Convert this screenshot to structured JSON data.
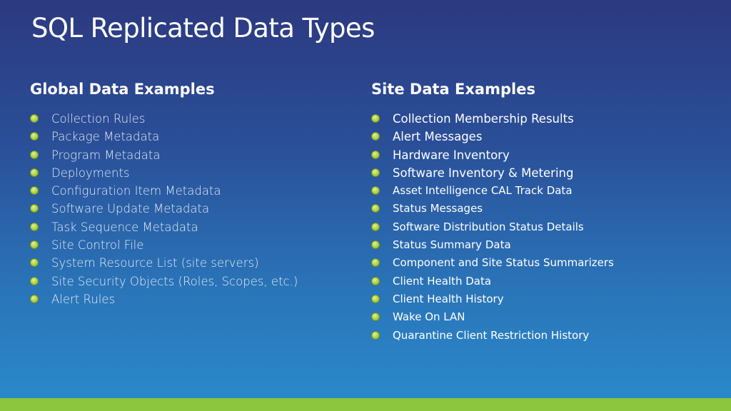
{
  "title": "SQL Replicated Data Types",
  "global": {
    "heading": "Global Data Examples",
    "items": [
      "Collection Rules",
      "Package Metadata",
      "Program Metadata",
      "Deployments",
      "Configuration Item Metadata",
      "Software Update Metadata",
      "Task Sequence Metadata",
      "Site Control File",
      "System Resource List (site servers)",
      "Site Security Objects (Roles, Scopes, etc.)",
      "Alert Rules"
    ]
  },
  "site": {
    "heading": "Site Data Examples",
    "items": [
      "Collection Membership Results",
      "Alert Messages",
      "Hardware Inventory",
      "Software Inventory & Metering",
      "Asset Intelligence CAL Track Data",
      "Status Messages",
      "Software Distribution Status Details",
      "Status Summary Data",
      "Component and Site Status Summarizers",
      "Client Health Data",
      "Client Health History",
      "Wake On LAN",
      "Quarantine Client Restriction History"
    ]
  },
  "colors": {
    "bullet": "#b5d64d",
    "footer_bar": "#8cc63e",
    "background_top": "#2c3980",
    "background_bottom": "#2a8bcc"
  }
}
